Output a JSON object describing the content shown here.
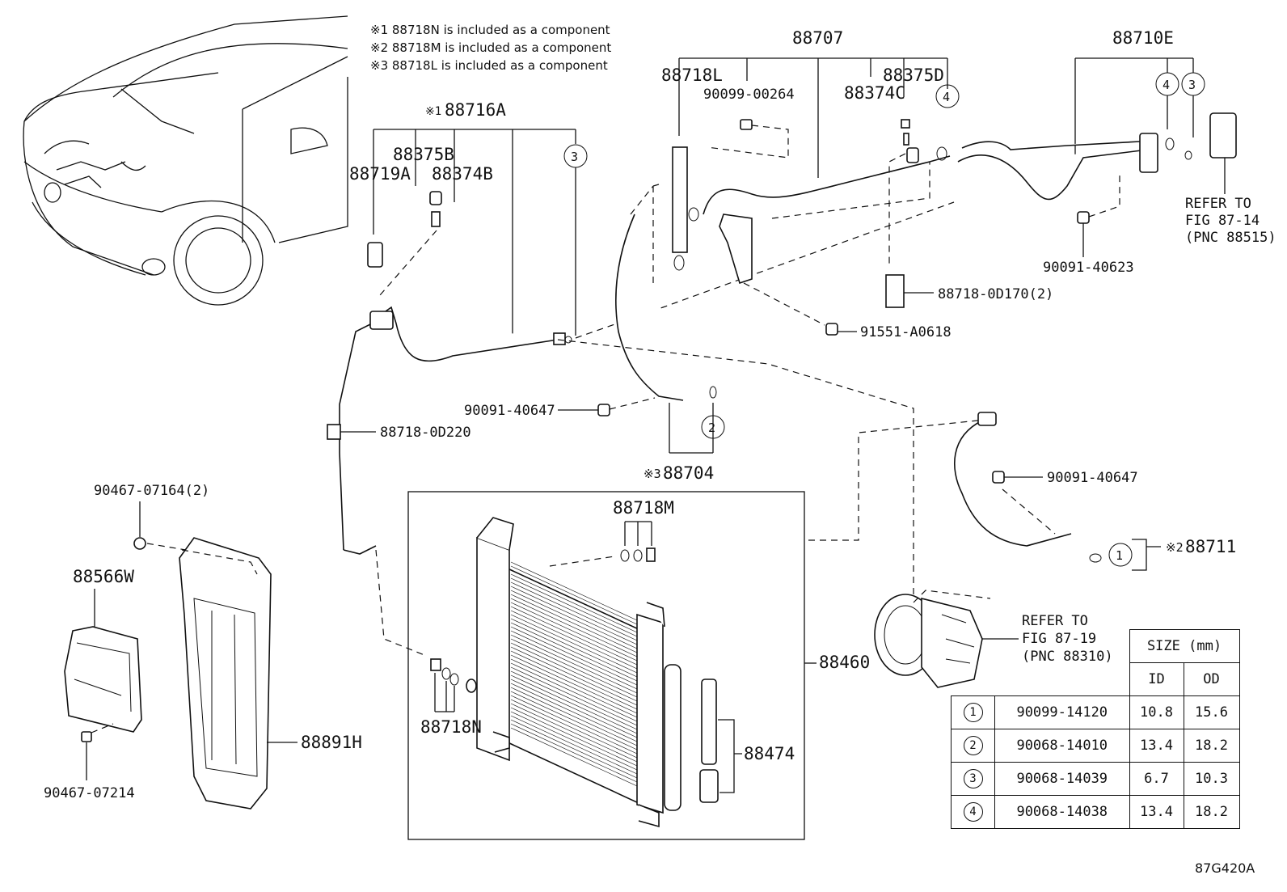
{
  "figure_id": "87G420A",
  "notes": [
    "※1 88718N is included as a component",
    "※2 88718M is included as a component",
    "※3 88718L is included as a component"
  ],
  "labels": {
    "p88707": "88707",
    "p88710E": "88710E",
    "p88718L": "88718L",
    "p90099_00264": "90099-00264",
    "p88375D": "88375D",
    "p88374C": "88374C",
    "p88716A_mark": "※1",
    "p88716A": "88716A",
    "p88375B": "88375B",
    "p88719A": "88719A",
    "p88374B": "88374B",
    "p90091_40623": "90091-40623",
    "p88718_0D170": "88718-0D170(2)",
    "p91551_A0618": "91551-A0618",
    "p90091_40647a": "90091-40647",
    "p88718_0D220": "88718-0D220",
    "p88704_mark": "※3",
    "p88704": "88704",
    "p90091_40647b": "90091-40647",
    "p88711_mark": "※2",
    "p88711": "88711",
    "p90467_07164": "90467-07164(2)",
    "p88566W": "88566W",
    "p90467_07214": "90467-07214",
    "p88891H": "88891H",
    "p88718M": "88718M",
    "p88718N": "88718N",
    "p88460": "88460",
    "p88474": "88474"
  },
  "callouts": {
    "c1": "1",
    "c2": "2",
    "c3a": "3",
    "c3b": "3",
    "c4a": "4",
    "c4b": "4"
  },
  "refs": {
    "ref1": [
      "REFER TO",
      "FIG 87-14",
      "(PNC 88515)"
    ],
    "ref2": [
      "REFER TO",
      "FIG 87-19",
      "(PNC 88310)"
    ]
  },
  "size_table": {
    "header": "SIZE (mm)",
    "col_id": "ID",
    "col_od": "OD",
    "rows": [
      {
        "no": "1",
        "part": "90099-14120",
        "id": "10.8",
        "od": "15.6"
      },
      {
        "no": "2",
        "part": "90068-14010",
        "id": "13.4",
        "od": "18.2"
      },
      {
        "no": "3",
        "part": "90068-14039",
        "id": "6.7",
        "od": "10.3"
      },
      {
        "no": "4",
        "part": "90068-14038",
        "id": "13.4",
        "od": "18.2"
      }
    ]
  }
}
